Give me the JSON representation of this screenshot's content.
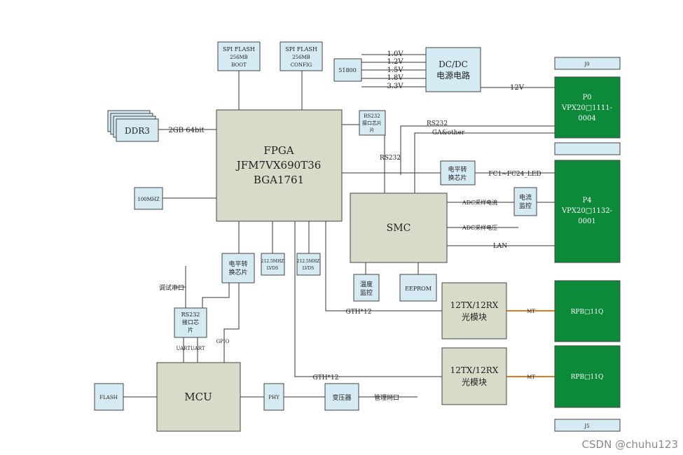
{
  "blocks": {
    "spi_boot": [
      "SPI FLASH",
      "256MB",
      "BOOT"
    ],
    "spi_config": [
      "SPI FLASH",
      "256MB",
      "CONFIG"
    ],
    "b51800": "51800",
    "dcdc": [
      "DC/DC",
      "电源电路"
    ],
    "voltages": [
      "1.0V",
      "1.2V",
      "1.5V",
      "1.8V",
      "3.3V"
    ],
    "v12": "12V",
    "ddr3": "DDR3",
    "ddr_bus": "2GB 64bit",
    "fpga": [
      "FPGA",
      "JFM7VX690T36",
      "BGA1761"
    ],
    "rs232_top": [
      "RS232",
      "接口芯片",
      "片"
    ],
    "rs232_a": "RS232",
    "rs232_b": "RS232",
    "ga_other": "GA&other",
    "clk100": "100MHZ",
    "level_shift_top": [
      "电平转",
      "换芯片"
    ],
    "fc_led": "FC1~FC24_LED",
    "smc": "SMC",
    "current_mon": [
      "电流",
      "监控"
    ],
    "adc_current": "ADC采样电流",
    "adc_voltage": "ADC采样电压",
    "lan": "LAN",
    "p0": [
      "P0",
      "VPX20□1111-",
      "0004"
    ],
    "p4": [
      "P4",
      "VPX20□1132-",
      "0001"
    ],
    "temp_mon": [
      "温度",
      "监控"
    ],
    "eeprom": "EEPROM",
    "level_shift_mid": [
      "电平转",
      "换芯片"
    ],
    "lvds1": [
      "212.5MHZ",
      "LVDS"
    ],
    "lvds2": [
      "212.5MHZ",
      "LVDS"
    ],
    "debug_port": "调试串口",
    "rs232_mcu": [
      "RS232",
      "接口芯",
      "片"
    ],
    "uart": "UARTUART",
    "gpio": "GPIO",
    "gth1": "GTH*12",
    "gth2": "GTH*12",
    "optic1": [
      "12TX/12RX",
      "光模块"
    ],
    "optic2": [
      "12TX/12RX",
      "光模块"
    ],
    "mt1": "MT",
    "mt2": "MT",
    "rpb1": "RPB□11Q",
    "rpb2": "RPB□11Q",
    "flash": "FLASH",
    "mcu": "MCU",
    "phy": "PHY",
    "transformer": "变压器",
    "mgmt_port": "管理网口",
    "conn_top": "J0",
    "conn_bottom": "J5"
  },
  "watermark": "CSDN @chuhu123",
  "colors": {
    "blue_box": "#d5eaf2",
    "grey_box": "#d6dcc8",
    "green_board": "#0c8a3a",
    "optical_link": "#e07a1e"
  }
}
